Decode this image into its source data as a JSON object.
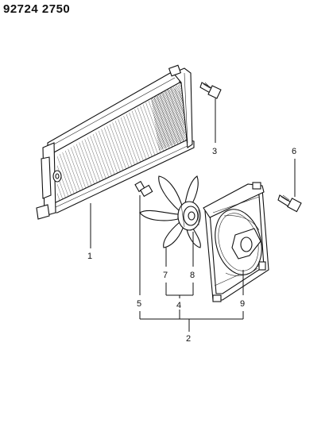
{
  "header": {
    "code": "92724  2750"
  },
  "callouts": {
    "c1": "1",
    "c2": "2",
    "c3": "3",
    "c4": "4",
    "c5": "5",
    "c6": "6",
    "c7": "7",
    "c8": "8",
    "c9": "9"
  }
}
